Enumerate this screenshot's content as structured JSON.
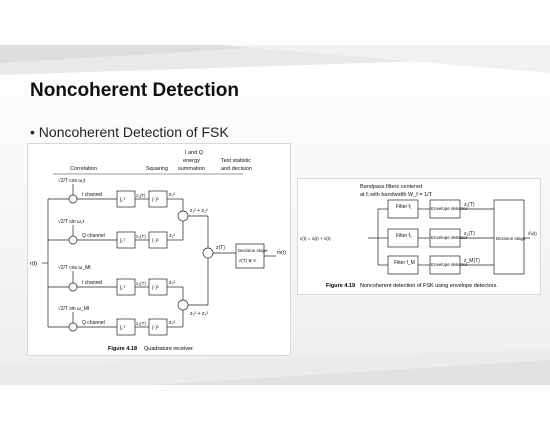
{
  "slide": {
    "title": "Noncoherent Detection",
    "bullet": "Noncoherent Detection of FSK"
  },
  "figure_418": {
    "headers": {
      "correlation": "Correlation",
      "squaring": "Squaring",
      "iq_line1": "I and Q",
      "iq_line2": "energy",
      "iq_line3": "summation",
      "test_line1": "Test statistic",
      "test_line2": "and decision"
    },
    "refs": [
      "√2/T cos ω₁t",
      "√2/T sin ω₁t",
      "√2/T cos ω_Mt",
      "√2/T sin ω_Mt"
    ],
    "channels": [
      "I channel",
      "Q channel",
      "I channel",
      "Q channel"
    ],
    "integrators": [
      "∫₀ᵀ",
      "∫₀ᵀ",
      "∫₀ᵀ",
      "∫₀ᵀ"
    ],
    "outputs": [
      "z₁(T)",
      "z₂(T)",
      "z₃(T)",
      "z₄(T)"
    ],
    "squares": [
      "(·)²",
      "(·)²",
      "(·)²",
      "(·)²"
    ],
    "sq_terms": [
      "z₁²",
      "z₂²",
      "z₃²",
      "z₄²"
    ],
    "sums": [
      "z₁² + z₂²",
      "z₃² + z₄²"
    ],
    "input": "r(t)",
    "decision_label": "Decision stage",
    "decision_rule": "z(T) ≷ 0",
    "test_out": "z(T)",
    "output": "m̂(t)",
    "caption_num": "Figure 4.18",
    "caption_text": "Quadrature receiver."
  },
  "figure_419": {
    "header_line1": "Bandpass filters centered",
    "header_line2": "at fᵢ with bandwidth W_f = 1/T",
    "input": "rᵢ(t) = sᵢ(t) + n(t)",
    "filters": [
      "Filter f₁",
      "Filter f₂",
      "Filter f_M"
    ],
    "detectors": [
      "Envelope detector",
      "Envelope detector",
      "Envelope detector"
    ],
    "outputs": [
      "z₁(T)",
      "z₂(T)",
      "z_M(T)"
    ],
    "decision": "Decision stage",
    "output": "m̂ᵢ(t)",
    "caption_num": "Figure 4.19",
    "caption_text": "Noncoherent detection of FSK using envelope detectors."
  }
}
